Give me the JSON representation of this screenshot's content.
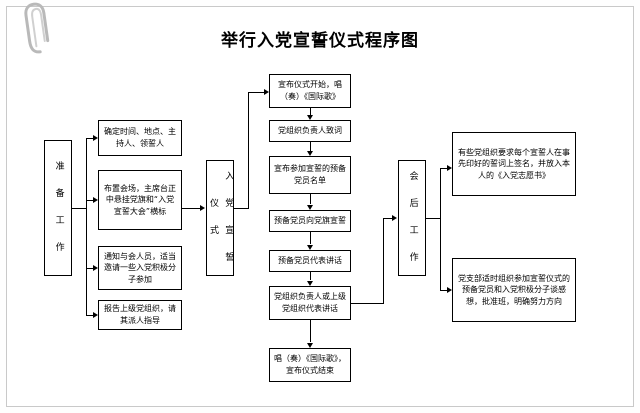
{
  "document": {
    "title": "举行入党宣誓仪式程序图"
  },
  "decor": {
    "paperclip": "paperclip-icon"
  },
  "diagram": {
    "type": "flowchart",
    "columns": [
      {
        "id": "prep",
        "label": "准 备 工 作",
        "orientation": "vertical"
      },
      {
        "id": "ceremony",
        "label": "入 党 宣 誓 仪 式",
        "orientation": "vertical"
      },
      {
        "id": "after",
        "label": "会 后 工 作",
        "orientation": "vertical"
      }
    ],
    "prep_items": [
      "确定时间、地点、主持人、领誓人",
      "布置会场，主席台正中悬挂党旗和“入党宣誓大会”横标",
      "通知与会人员，适当邀请一些入党积极分子参加",
      "报告上级党组织，请其派人指导"
    ],
    "ceremony_steps": [
      "宣布仪式开始，唱（奏）《国际歌》",
      "党组织负责人致词",
      "宣布参加宣誓的预备党员名单",
      "预备党员向党旗宣誓",
      "预备党员代表讲话",
      "党组织负责人或上级党组织代表讲话",
      "唱（奏）《国际歌》，宣布仪式结束"
    ],
    "after_items": [
      "有些党组织要求每个宣誓人在事先印好的誓词上签名，并放入本人的《入党志愿书》",
      "党支部适时组织参加宣誓仪式的预备党员和入党积极分子谈感想，批准班，明确努力方向"
    ]
  }
}
